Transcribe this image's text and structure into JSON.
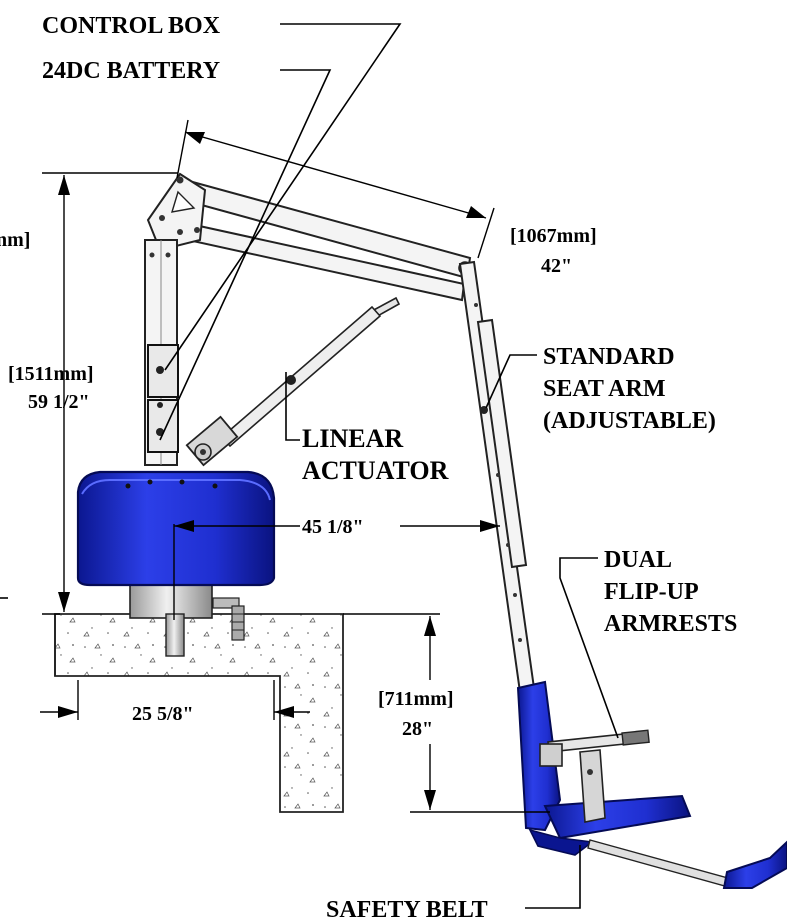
{
  "labels": {
    "control_box": "CONTROL BOX",
    "battery": "24DC BATTERY",
    "boom_mm": "[1067mm]",
    "boom_in": "42\"",
    "height_mm": "[1511mm]",
    "height_in": "59 1/2\"",
    "seat_arm_1": "STANDARD",
    "seat_arm_2": "SEAT ARM",
    "seat_arm_3": "(ADJUSTABLE)",
    "actuator_1": "LINEAR",
    "actuator_2": "ACTUATOR",
    "reach_in": "45 1/8\"",
    "armrests_1": "DUAL",
    "armrests_2": "FLIP-UP",
    "armrests_3": "ARMRESTS",
    "depth_mm": "[711mm]",
    "depth_in": "28\"",
    "base_in": "25 5/8\"",
    "belt": "SAFETY BELT",
    "cut_left": "nm]"
  },
  "colors": {
    "housing_blue": "#1f2fd0",
    "housing_dark": "#0a1590",
    "frame_gray": "#f4f4f4",
    "mast_silver": "#c8c8c8"
  }
}
